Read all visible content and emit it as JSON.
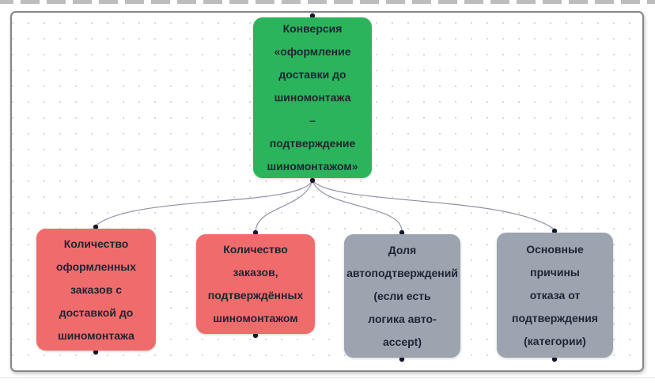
{
  "app": {
    "description": "Whiteboard diagram canvas with dotted grid",
    "colors": {
      "root_node": "#2bb45c",
      "metric_node": "#f06c6c",
      "analysis_node": "#9ca4b0",
      "node_text": "#1e2433",
      "edge": "#8e92a3",
      "connection_dot": "#16182b",
      "canvas_border": "#858585",
      "grid_dot": "#d7d7d7"
    }
  },
  "diagram": {
    "root": {
      "label": "Конверсия\n«оформление\nдоставки до\nшиномонтажа\n–\nподтверждение\nшиномонтажом»",
      "color": "#2bb45c"
    },
    "children": [
      {
        "label": "Количество\nоформленных\nзаказов с\nдоставкой до\nшиномонтажа",
        "color": "#f06c6c"
      },
      {
        "label": "Количество\nзаказов,\nподтверждённых\nшиномонтажом",
        "color": "#f06c6c"
      },
      {
        "label": "Доля\nавтоподтверждений\n(если есть\nлогика авто-\naccept)",
        "color": "#9ca4b0"
      },
      {
        "label": "Основные\nпричины\nотказа от\nподтверждения\n(категории)",
        "color": "#9ca4b0"
      }
    ]
  }
}
